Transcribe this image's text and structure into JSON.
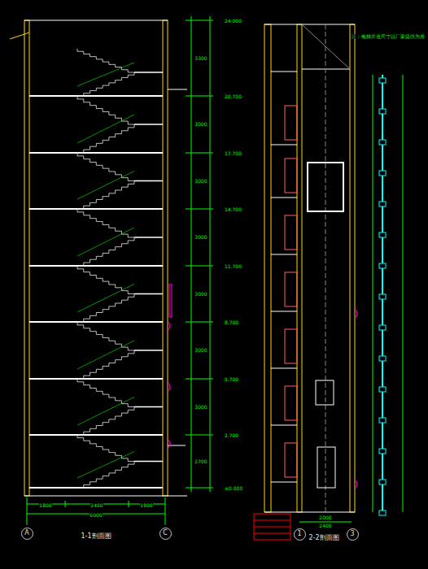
{
  "diagram": {
    "nodes": [
      {
        "text": [
          "A"
        ]
      },
      {
        "text": [
          "C"
        ]
      },
      {
        "text": [
          "1"
        ]
      },
      {
        "text": [
          "3"
        ]
      }
    ],
    "labels": [
      "1-1剖面图",
      "2-2剖面图",
      "6000",
      "1800",
      "2400",
      "1800",
      "24.000",
      "20.700",
      "17.700",
      "14.700",
      "11.700",
      "8.700",
      "5.700",
      "2.700",
      "±0.000",
      "3300",
      "3000",
      "3000",
      "3000",
      "3000",
      "3000",
      "3000",
      "2700",
      "注：电梯井道尺寸以厂家提供为准",
      "2000",
      "2400"
    ]
  }
}
